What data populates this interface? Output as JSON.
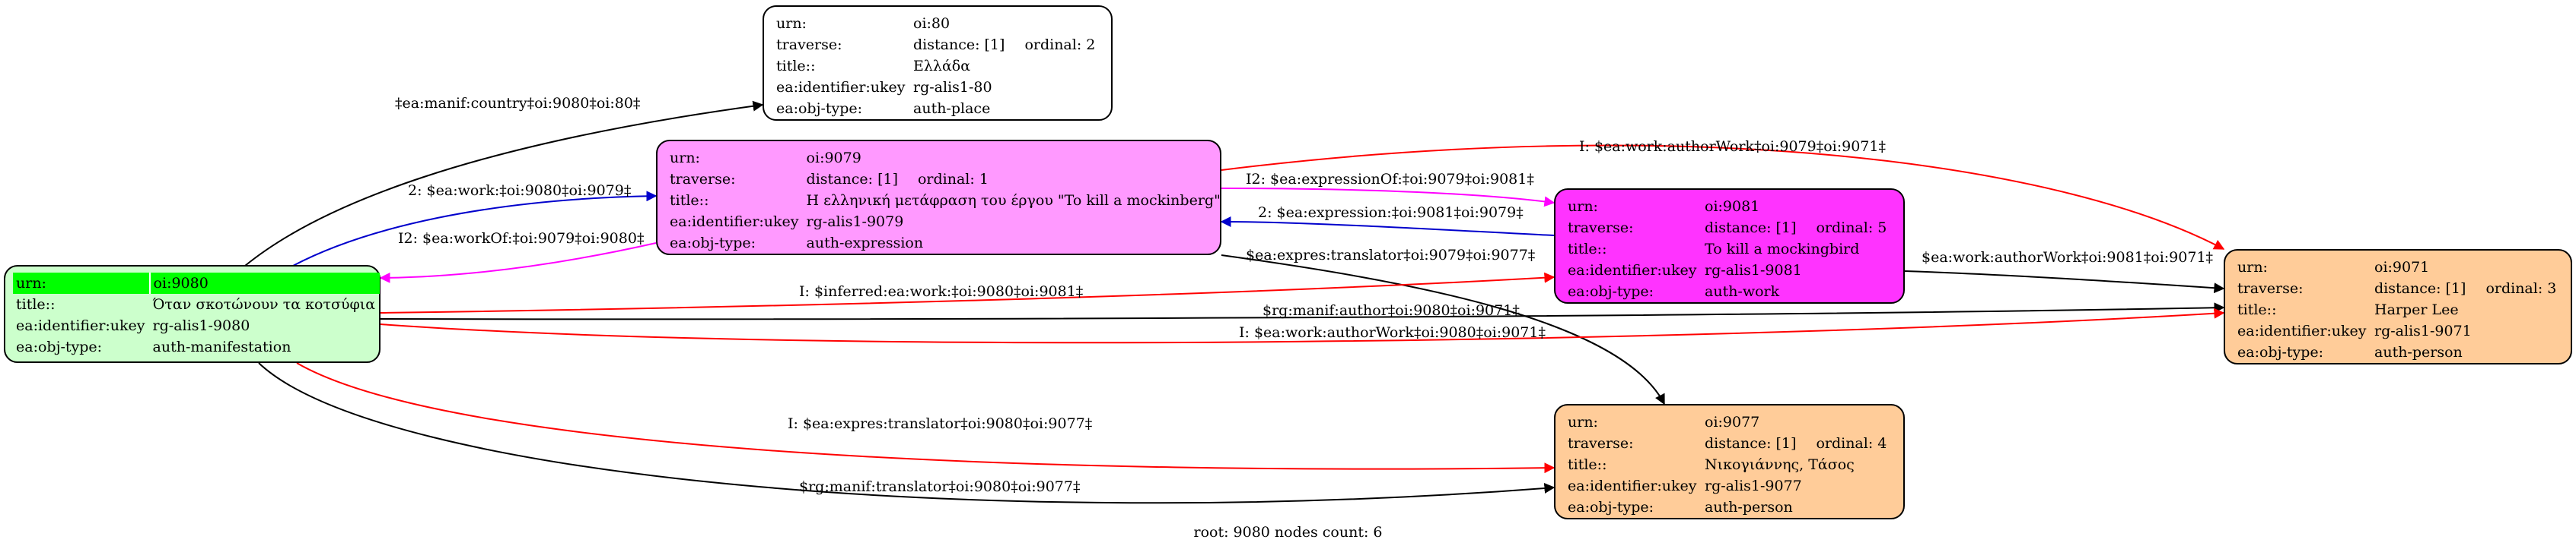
{
  "nodes": {
    "n80": {
      "bg": "#ffffff",
      "rows": [
        {
          "k": "urn:",
          "v": "oi:80"
        },
        {
          "k": "traverse:",
          "v": "distance: [1]",
          "ord": "ordinal: 2"
        },
        {
          "k": "title::",
          "v": "Ελλάδα"
        },
        {
          "k": "ea:identifier:ukey",
          "v": "rg-alis1-80"
        },
        {
          "k": "ea:obj-type:",
          "v": "auth-place"
        }
      ]
    },
    "n9079": {
      "bg": "#ff99ff",
      "rows": [
        {
          "k": "urn:",
          "v": "oi:9079"
        },
        {
          "k": "traverse:",
          "v": "distance: [1]",
          "ord": "ordinal: 1"
        },
        {
          "k": "title::",
          "v": "Η ελληνική μετάφραση του έργου \"To kill a mockinberg\""
        },
        {
          "k": "ea:identifier:ukey",
          "v": "rg-alis1-9079"
        },
        {
          "k": "ea:obj-type:",
          "v": "auth-expression"
        }
      ]
    },
    "n9080": {
      "bg": "#ccffcc",
      "highlight": "#00ff00",
      "rows": [
        {
          "k": "urn:",
          "v": "oi:9080"
        },
        {
          "k": "title::",
          "v": "Όταν σκοτώνουν τα κοτσύφια"
        },
        {
          "k": "ea:identifier:ukey",
          "v": "rg-alis1-9080"
        },
        {
          "k": "ea:obj-type:",
          "v": "auth-manifestation"
        }
      ]
    },
    "n9081": {
      "bg": "#ff33ff",
      "rows": [
        {
          "k": "urn:",
          "v": "oi:9081"
        },
        {
          "k": "traverse:",
          "v": "distance: [1]",
          "ord": "ordinal: 5"
        },
        {
          "k": "title::",
          "v": "To kill a mockingbird"
        },
        {
          "k": "ea:identifier:ukey",
          "v": "rg-alis1-9081"
        },
        {
          "k": "ea:obj-type:",
          "v": "auth-work"
        }
      ]
    },
    "n9071": {
      "bg": "#ffcc99",
      "rows": [
        {
          "k": "urn:",
          "v": "oi:9071"
        },
        {
          "k": "traverse:",
          "v": "distance: [1]",
          "ord": "ordinal: 3"
        },
        {
          "k": "title::",
          "v": "Harper Lee"
        },
        {
          "k": "ea:identifier:ukey",
          "v": "rg-alis1-9071"
        },
        {
          "k": "ea:obj-type:",
          "v": "auth-person"
        }
      ]
    },
    "n9077": {
      "bg": "#ffcc99",
      "rows": [
        {
          "k": "urn:",
          "v": "oi:9077"
        },
        {
          "k": "traverse:",
          "v": "distance: [1]",
          "ord": "ordinal: 4"
        },
        {
          "k": "title::",
          "v": "Νικογιάννης, Τάσος"
        },
        {
          "k": "ea:identifier:ukey",
          "v": "rg-alis1-9077"
        },
        {
          "k": "ea:obj-type:",
          "v": "auth-person"
        }
      ]
    }
  },
  "edges": [
    {
      "id": "e1",
      "label": "‡ea:manif:country‡oi:9080‡oi:80‡",
      "color": "#000000"
    },
    {
      "id": "e2",
      "label": "2: $ea:work:‡oi:9080‡oi:9079‡",
      "color": "#0000cc"
    },
    {
      "id": "e3",
      "label": "I2: $ea:workOf:‡oi:9079‡oi:9080‡",
      "color": "#ff00ff"
    },
    {
      "id": "e4",
      "label": "I: $ea:work:authorWork‡oi:9079‡oi:9071‡",
      "color": "#ff0000"
    },
    {
      "id": "e5",
      "label": "I2: $ea:expressionOf:‡oi:9079‡oi:9081‡",
      "color": "#ff00ff"
    },
    {
      "id": "e6",
      "label": "2: $ea:expression:‡oi:9081‡oi:9079‡",
      "color": "#0000cc"
    },
    {
      "id": "e7",
      "label": "$ea:expres:translator‡oi:9079‡oi:9077‡",
      "color": "#000000"
    },
    {
      "id": "e8",
      "label": "I: $inferred:ea:work:‡oi:9080‡oi:9081‡",
      "color": "#ff0000"
    },
    {
      "id": "e9",
      "label": "$ea:work:authorWork‡oi:9081‡oi:9071‡",
      "color": "#000000"
    },
    {
      "id": "e10",
      "label": "$rg:manif:author‡oi:9080‡oi:9071‡",
      "color": "#000000"
    },
    {
      "id": "e11",
      "label": "I: $ea:work:authorWork‡oi:9080‡oi:9071‡",
      "color": "#ff0000"
    },
    {
      "id": "e12",
      "label": "I: $ea:expres:translator‡oi:9080‡oi:9077‡",
      "color": "#ff0000"
    },
    {
      "id": "e13",
      "label": "$rg:manif:translator‡oi:9080‡oi:9077‡",
      "color": "#000000"
    }
  ],
  "footer": "root: 9080 nodes count: 6"
}
